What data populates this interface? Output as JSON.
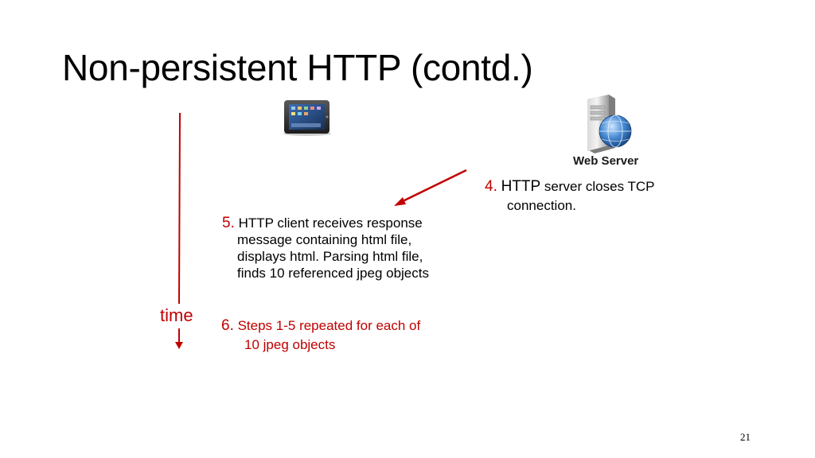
{
  "title": "Non-persistent HTTP (contd.)",
  "server_label": "Web Server",
  "time_label": "time",
  "step4": {
    "num": "4.",
    "lead": "HTTP",
    "rest": " server closes TCP",
    "cont": "connection."
  },
  "step5": {
    "num": "5.",
    "lines": [
      " HTTP client receives response",
      "message containing html file,",
      "displays html.  Parsing html file,",
      "finds 10 referenced jpeg  objects"
    ]
  },
  "step6": {
    "num": "6.",
    "text": " Steps 1-5 repeated for each of",
    "cont": "10 jpeg objects"
  },
  "page_number": "21",
  "colors": {
    "accent": "#c00000",
    "text": "#000000",
    "background": "#ffffff"
  },
  "icons": [
    "tablet-icon",
    "web-server-icon",
    "timeline-arrow",
    "response-arrow"
  ]
}
